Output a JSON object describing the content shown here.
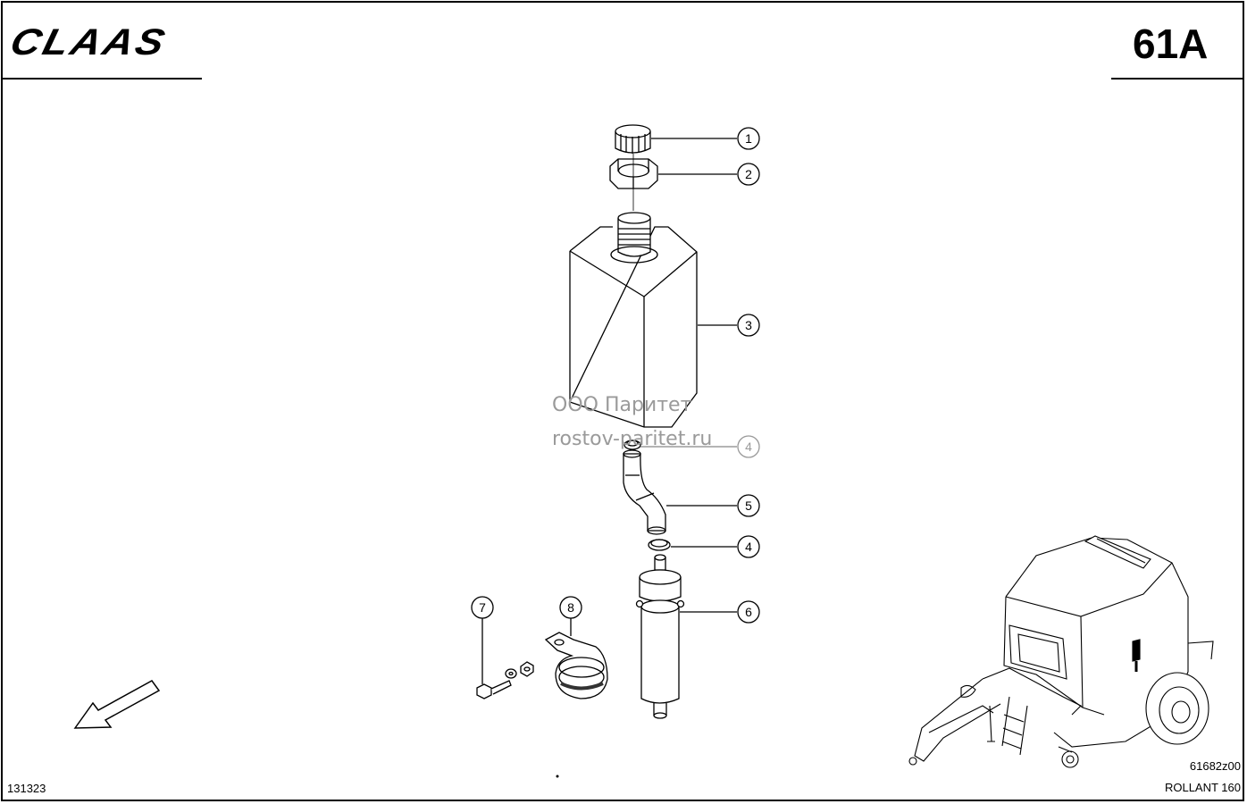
{
  "header": {
    "brand": "CLAAS",
    "page_number": "61A"
  },
  "footer": {
    "document_number": "131323",
    "drawing_number": "61682z00",
    "model": "ROLLANT 160"
  },
  "watermark": {
    "line1": "ООО Паритет",
    "line2": "rostov-paritet.ru"
  },
  "callouts": [
    "1",
    "2",
    "3",
    "4",
    "5",
    "4",
    "6",
    "7",
    "8"
  ]
}
